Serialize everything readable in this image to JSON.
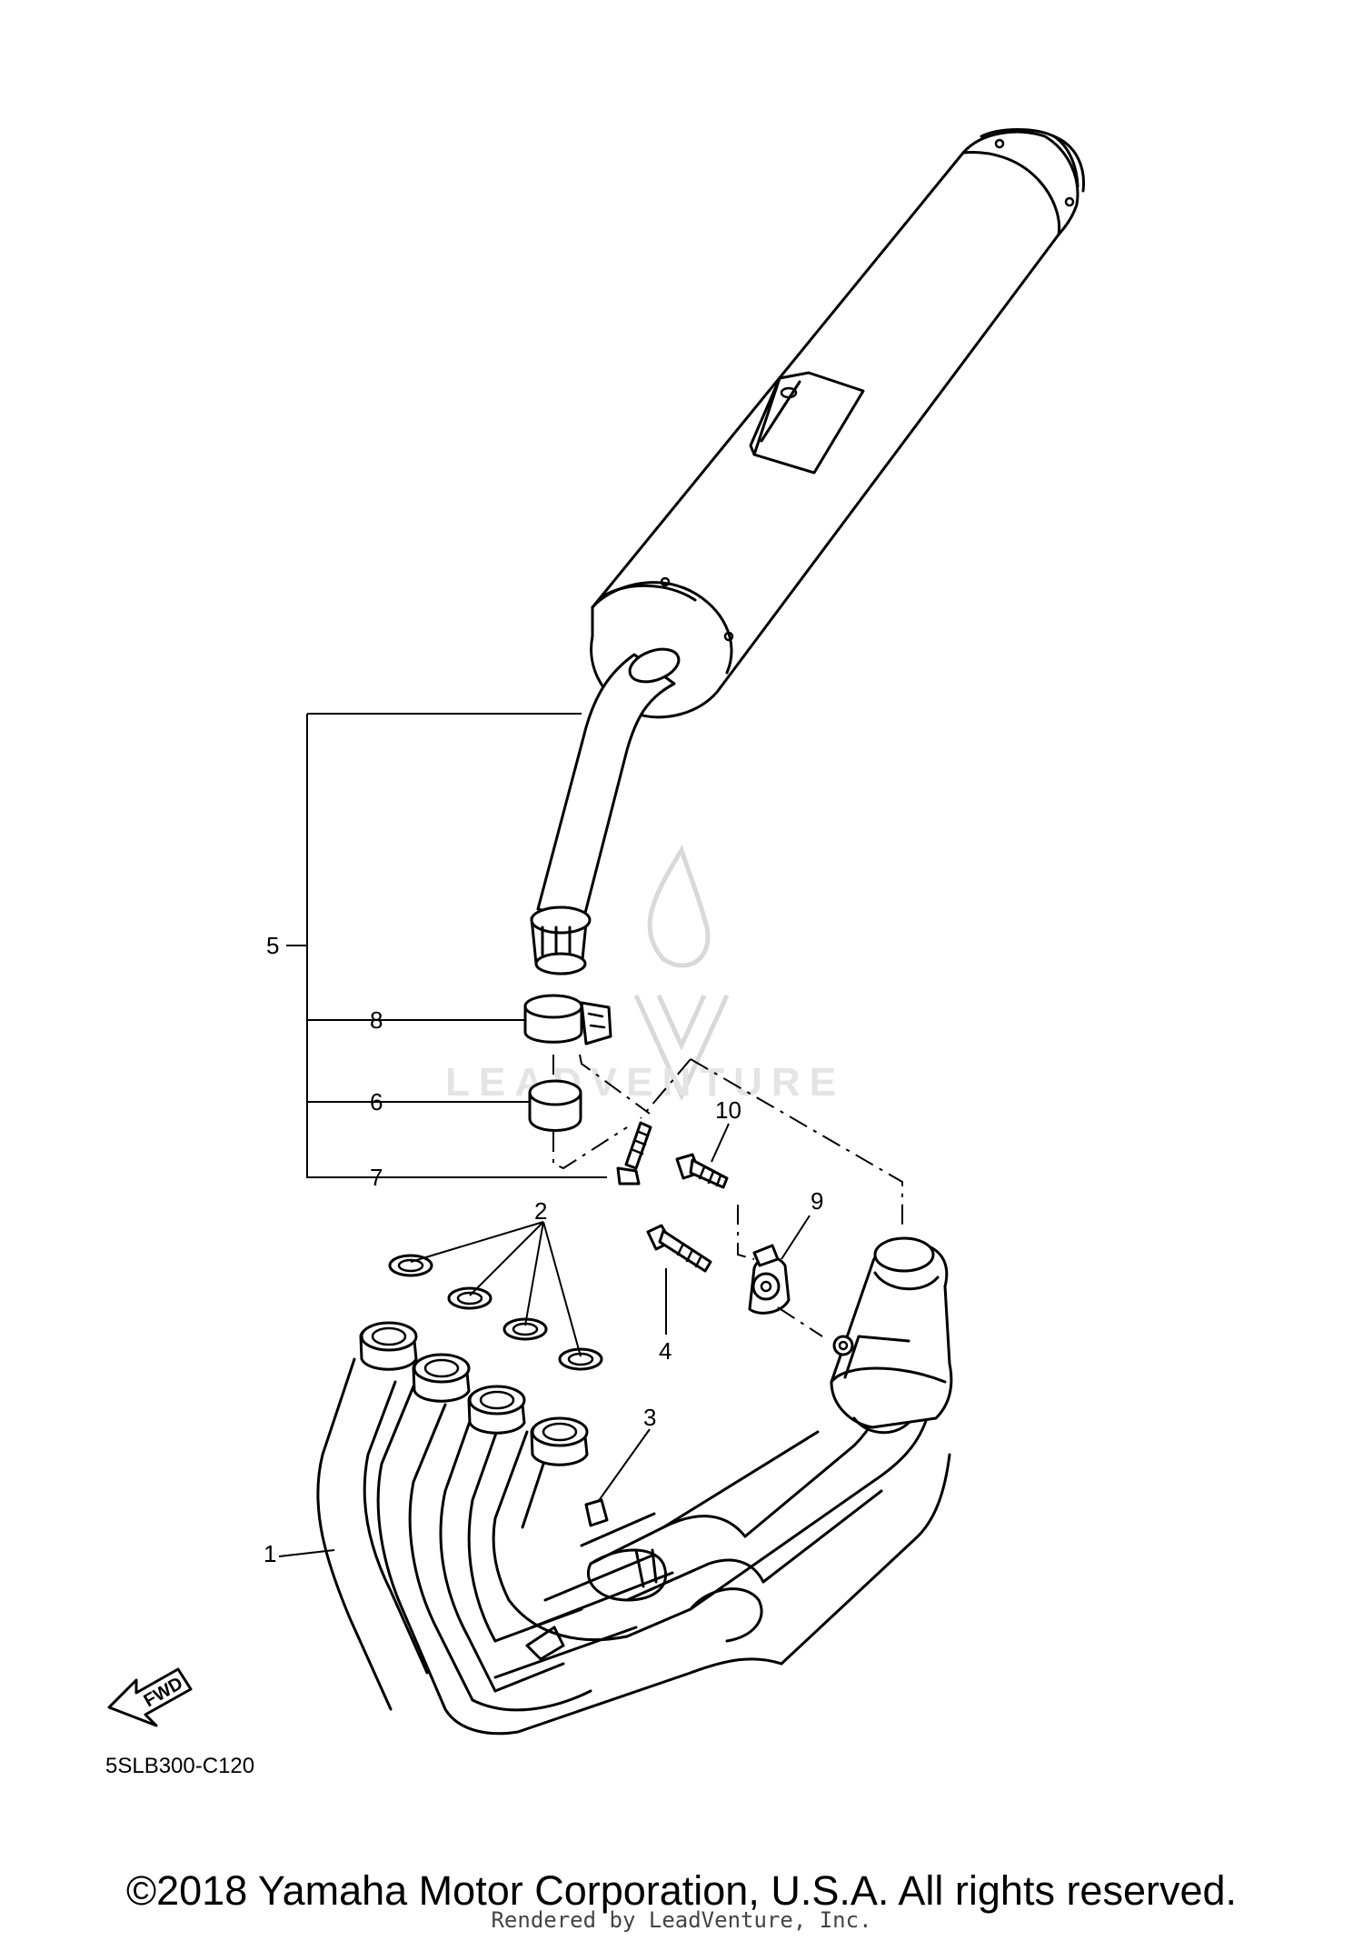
{
  "diagram": {
    "part_numbers": [
      "1",
      "2",
      "3",
      "4",
      "5",
      "6",
      "7",
      "8",
      "9",
      "10"
    ],
    "drawing_code": "5SLB300-C120",
    "fwd_label": "FWD"
  },
  "watermark": {
    "text": "LEADVENTURE"
  },
  "footer": {
    "copyright": "©2018 Yamaha Motor Corporation, U.S.A. All rights reserved.",
    "rendered_by": "Rendered by LeadVenture, Inc."
  }
}
